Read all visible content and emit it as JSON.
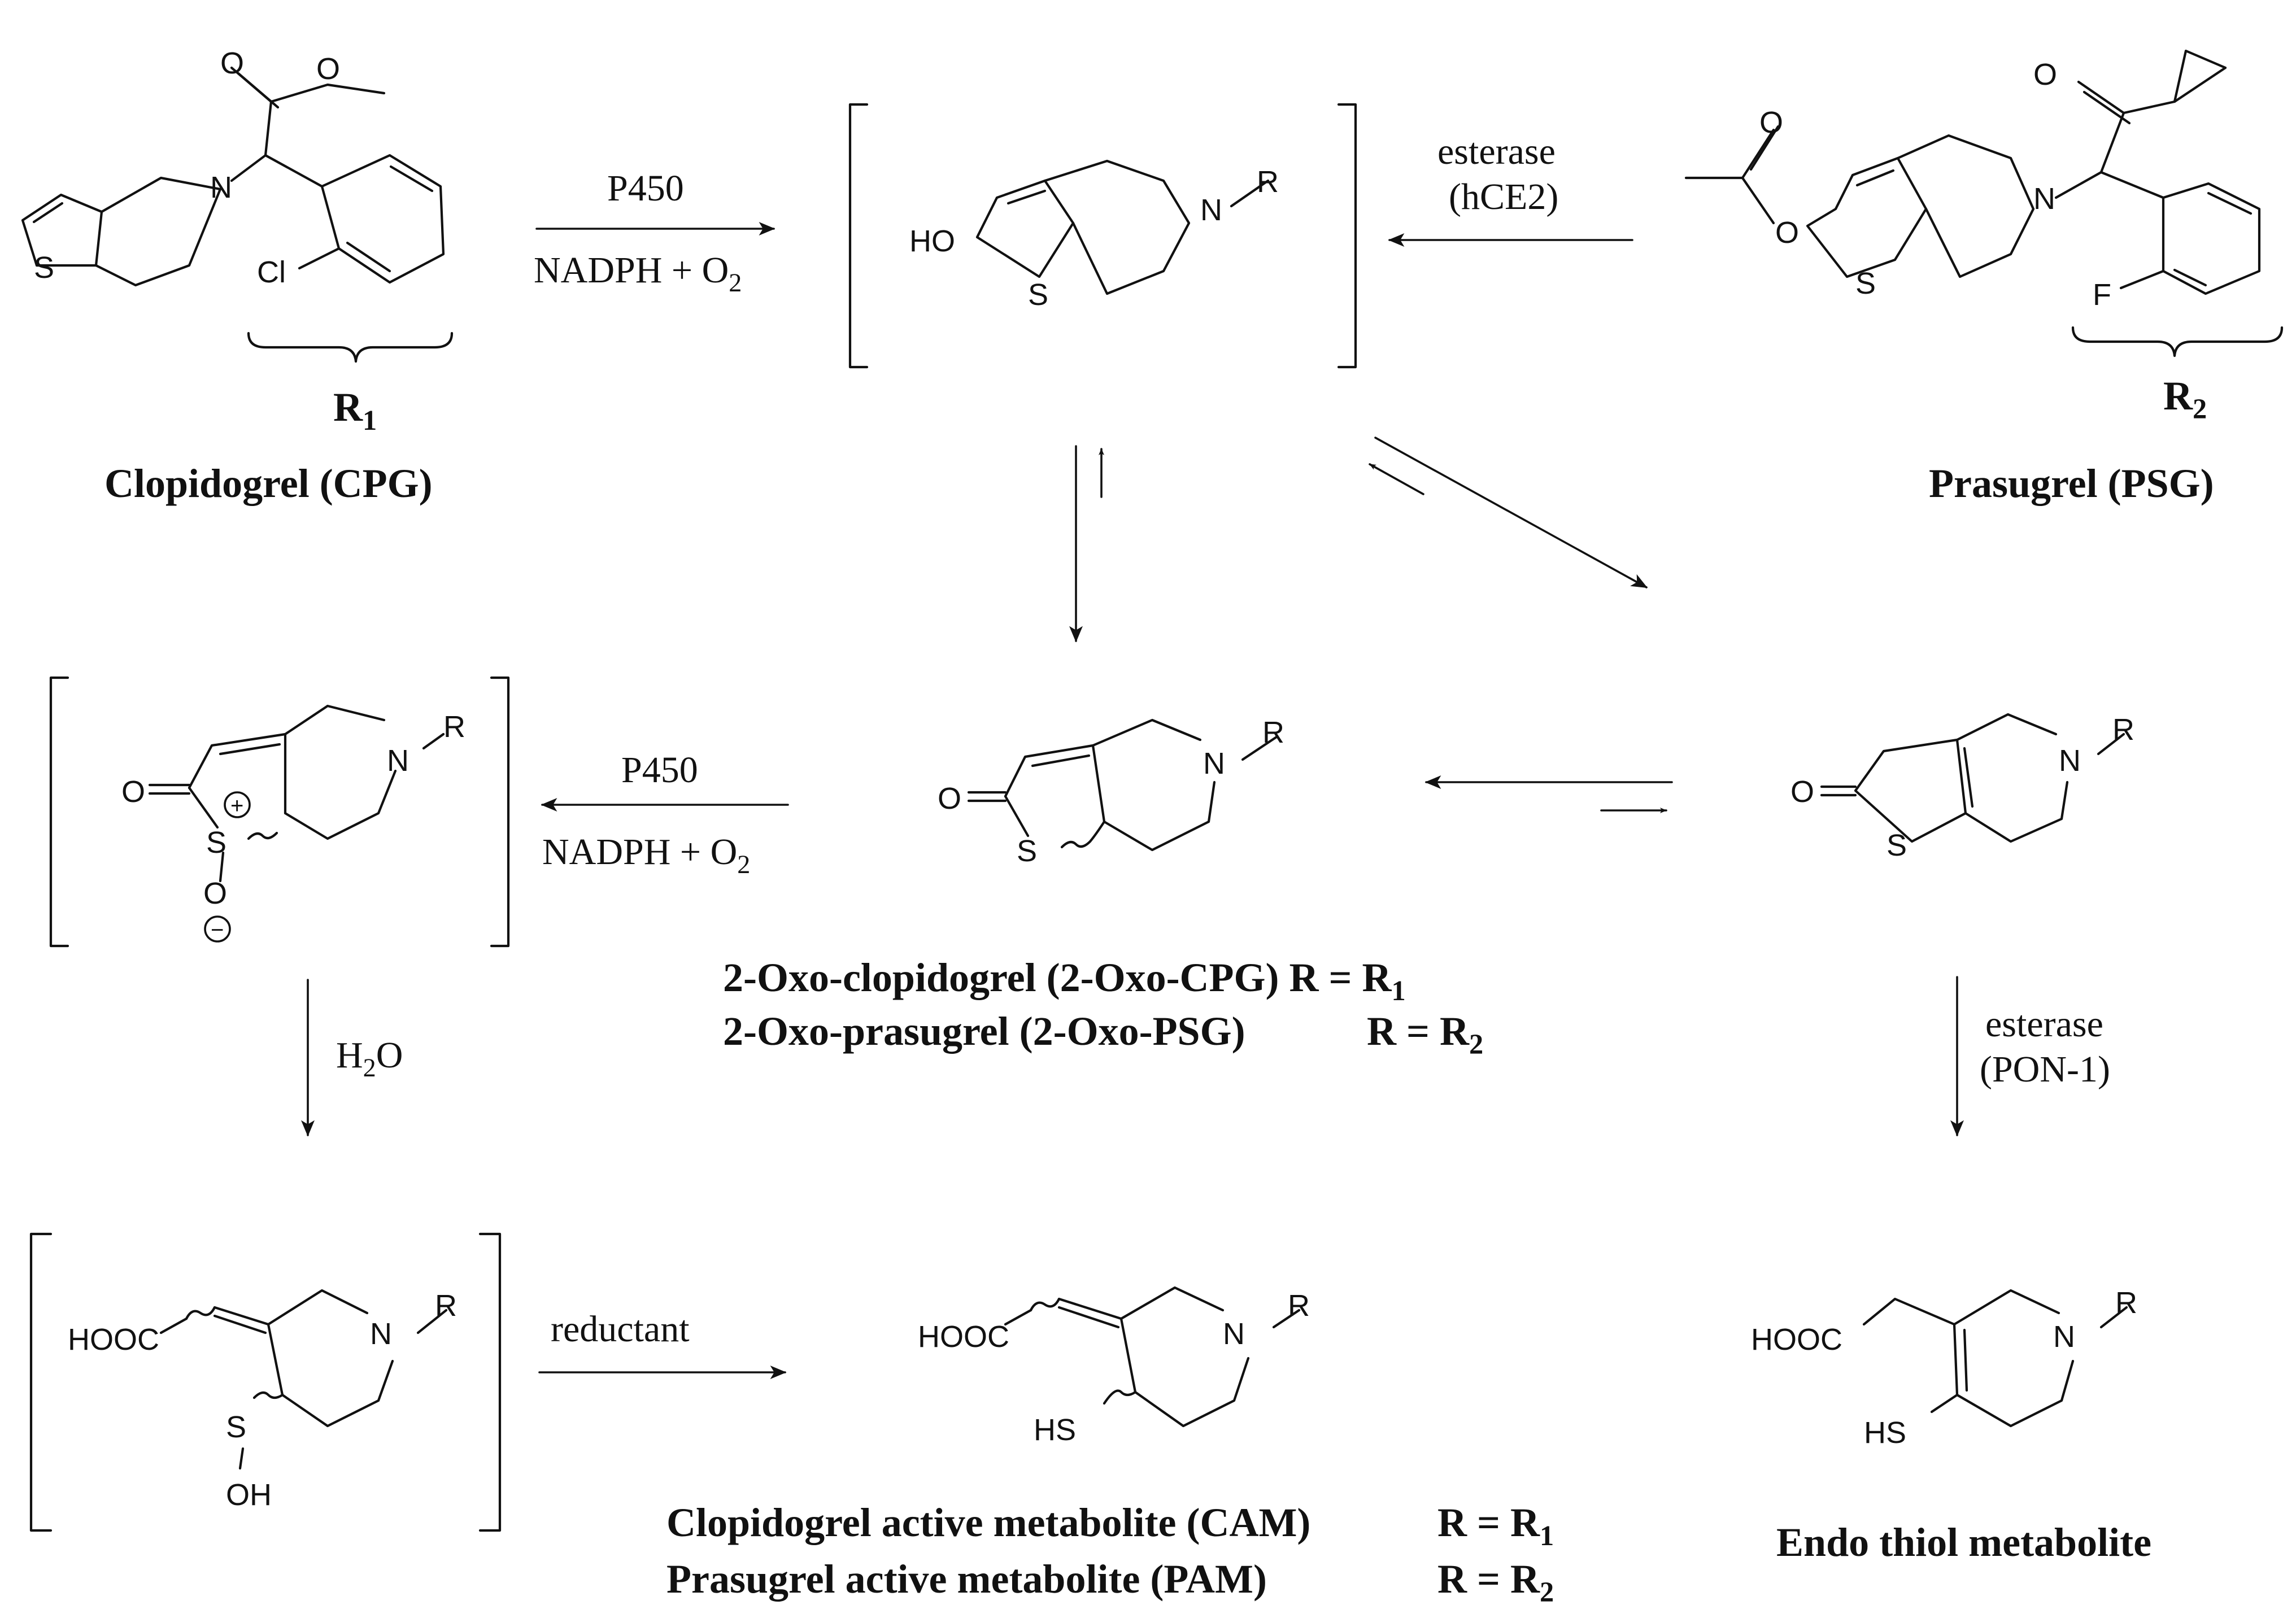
{
  "diagram": {
    "reaction_conditions": {
      "p450_top": "P450",
      "nadph_top": "NADPH + O",
      "nadph_top_sub": "2",
      "esterase_hce2_line1": "esterase",
      "esterase_hce2_line2": "(hCE2)",
      "p450_mid": "P450",
      "nadph_mid": "NADPH + O",
      "nadph_mid_sub": "2",
      "water": "H",
      "water_sub": "2",
      "water_tail": "O",
      "esterase_pon1_line1": "esterase",
      "esterase_pon1_line2": "(PON-1)",
      "reductant": "reductant"
    },
    "compounds": {
      "clopidogrel": "Clopidogrel (CPG)",
      "prasugrel": "Prasugrel (PSG)",
      "r1": "R",
      "r1_sub": "1",
      "r2": "R",
      "r2_sub": "2",
      "oxo_cpg": "2-Oxo-clopidogrel (2-Oxo-CPG) R = R",
      "oxo_cpg_sub": "1",
      "oxo_psg": "2-Oxo-prasugrel (2-Oxo-PSG)",
      "oxo_psg_r": "R = R",
      "oxo_psg_sub": "2",
      "cam": "Clopidogrel active metabolite (CAM)",
      "cam_r": "R = R",
      "cam_sub": "1",
      "pam": "Prasugrel active metabolite (PAM)",
      "pam_r": "R = R",
      "pam_sub": "2",
      "endo": "Endo thiol metabolite"
    },
    "atoms": {
      "o": "O",
      "n": "N",
      "s": "S",
      "cl": "Cl",
      "f": "F",
      "r": "R",
      "ho": "HO",
      "hs": "HS",
      "hooc": "HOOC",
      "oh": "OH",
      "plus": "+",
      "minus": "−"
    }
  }
}
